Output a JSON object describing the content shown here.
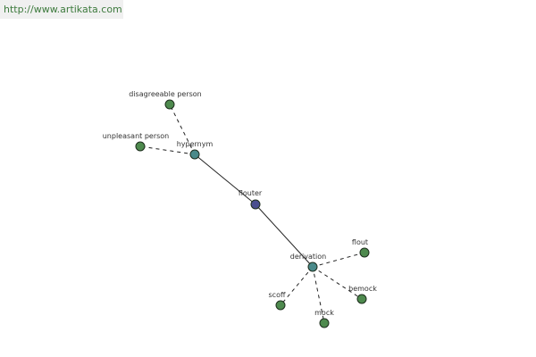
{
  "source_link": "http://www.artikata.com",
  "colors": {
    "center": "#4a4e8f",
    "relation": "#4a8a8a",
    "leaf": "#4e8a4e",
    "edge": "#222222"
  },
  "graph": {
    "nodes": [
      {
        "id": "flouter",
        "label": "flouter",
        "kind": "center"
      },
      {
        "id": "hypernym",
        "label": "hypernym",
        "kind": "relation"
      },
      {
        "id": "derivation",
        "label": "derivation",
        "kind": "relation"
      },
      {
        "id": "disagreeable-person",
        "label": "disagreeable person",
        "kind": "leaf"
      },
      {
        "id": "unpleasant-person",
        "label": "unpleasant person",
        "kind": "leaf"
      },
      {
        "id": "flout",
        "label": "flout",
        "kind": "leaf"
      },
      {
        "id": "bemock",
        "label": "bemock",
        "kind": "leaf"
      },
      {
        "id": "mock",
        "label": "mock",
        "kind": "leaf"
      },
      {
        "id": "scoff",
        "label": "scoff",
        "kind": "leaf"
      }
    ],
    "edges": [
      {
        "from": "flouter",
        "to": "hypernym",
        "style": "solid"
      },
      {
        "from": "flouter",
        "to": "derivation",
        "style": "solid"
      },
      {
        "from": "hypernym",
        "to": "disagreeable-person",
        "style": "dashed"
      },
      {
        "from": "hypernym",
        "to": "unpleasant-person",
        "style": "dashed"
      },
      {
        "from": "derivation",
        "to": "flout",
        "style": "dashed"
      },
      {
        "from": "derivation",
        "to": "bemock",
        "style": "dashed"
      },
      {
        "from": "derivation",
        "to": "mock",
        "style": "dashed"
      },
      {
        "from": "derivation",
        "to": "scoff",
        "style": "dashed"
      }
    ]
  }
}
